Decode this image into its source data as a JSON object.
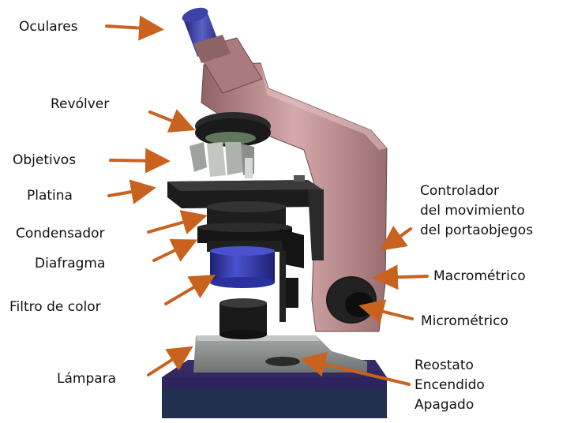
{
  "diagram": {
    "labels": {
      "oculares": "Oculares",
      "revolver": "Revólver",
      "objetivos": "Objetivos",
      "platina": "Platina",
      "condensador": "Condensador",
      "diafragma": "Diafragma",
      "filtro": "Filtro de color",
      "lampara": "Lámpara",
      "controlador": "Controlador\ndel movimiento\ndel portaobjegos",
      "macrometrico": "Macrométrico",
      "micrometrico": "Micrométrico",
      "reostato": "Reostato\nEncendido\nApagado"
    },
    "colors": {
      "arrow": "#c8621e",
      "arm": "#c99a9b",
      "base": "#232a5a",
      "stage": "#1c1c1c",
      "filter": "#2d35a8",
      "eyepiece": "#3a3fa0",
      "objectives": "#b8bcb8",
      "lamp_housing": "#8e9392"
    }
  }
}
